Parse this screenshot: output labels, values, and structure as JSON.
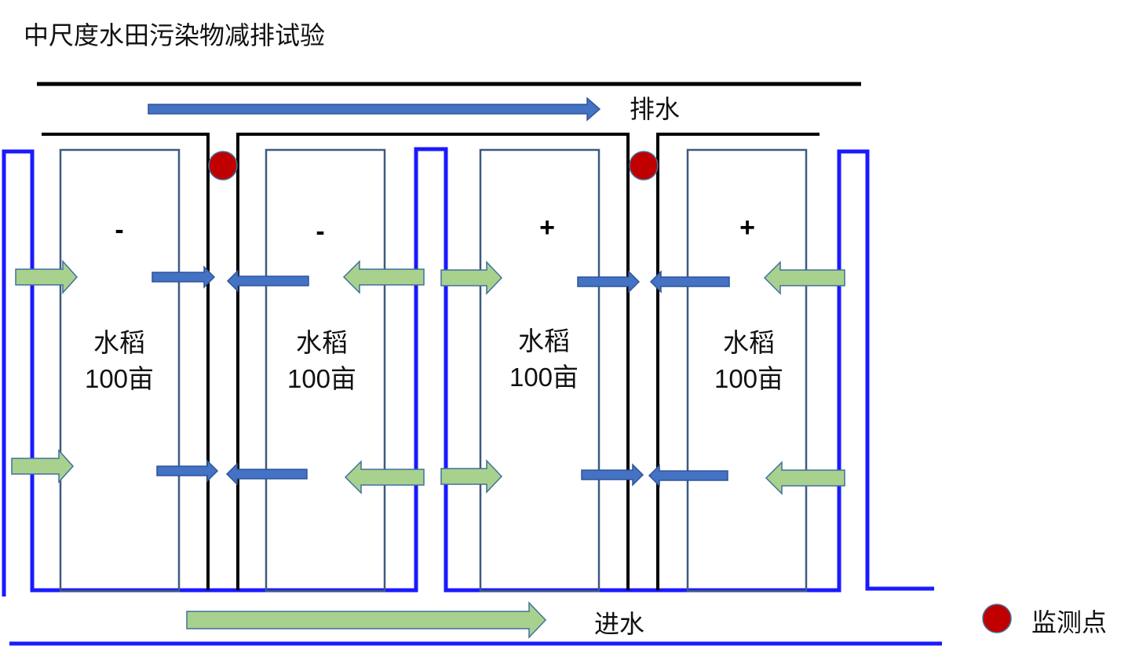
{
  "title": "中尺度水田污染物减排试验",
  "drain_label": "排水",
  "inlet_label": "进水",
  "legend": {
    "label": "监测点"
  },
  "fields": [
    {
      "sign": "-",
      "crop": "水稻",
      "area": "100亩"
    },
    {
      "sign": "-",
      "crop": "水稻",
      "area": "100亩"
    },
    {
      "sign": "+",
      "crop": "水稻",
      "area": "100亩"
    },
    {
      "sign": "+",
      "crop": "水稻",
      "area": "100亩"
    }
  ],
  "colors": {
    "drain_line": "#000000",
    "inlet_line": "#1a1aff",
    "field_border": "#3d5a80",
    "drain_arrow": "#4472c4",
    "inflow_arrow": "#a9d18e",
    "inflow_arrow_border": "#41719c",
    "monitor_point": "#c00000"
  }
}
